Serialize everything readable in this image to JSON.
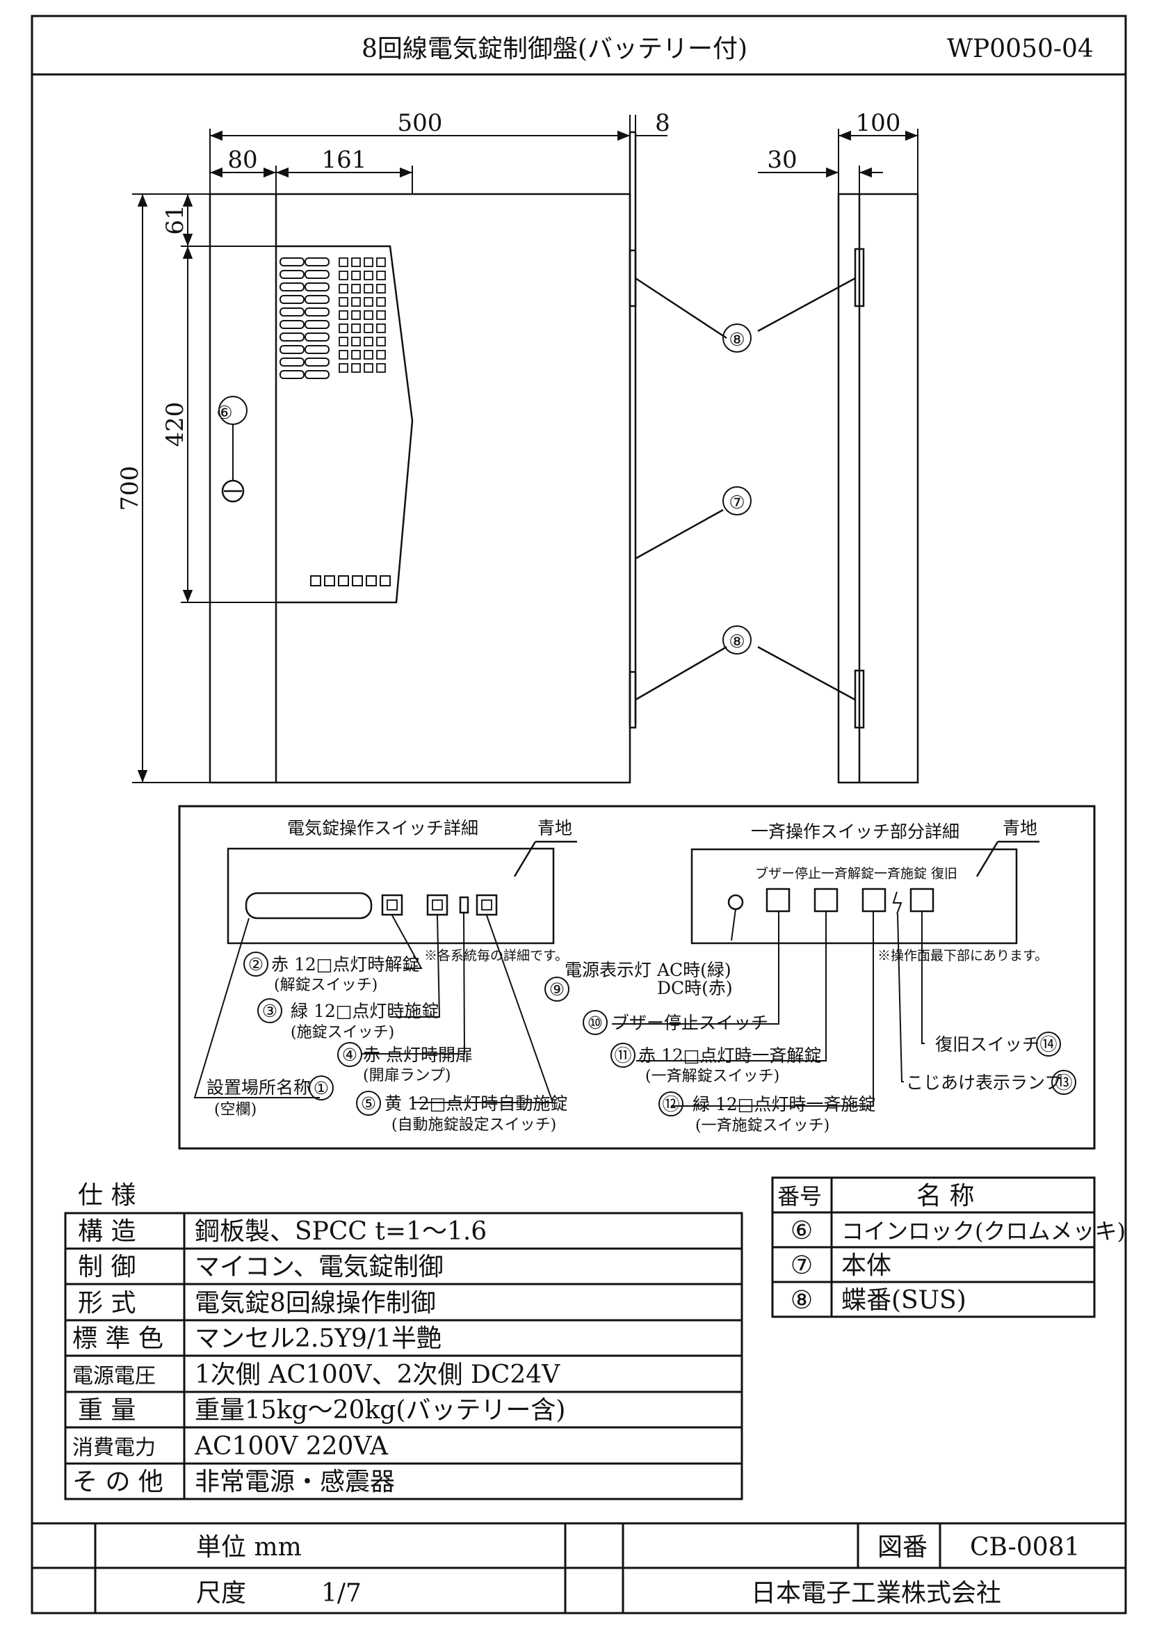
{
  "header": {
    "title": "8回線電気錠制御盤(バッテリー付)",
    "code": "WP0050-04"
  },
  "dimensions": {
    "d500": "500",
    "d8": "8",
    "d100": "100",
    "d80": "80",
    "d161": "161",
    "d30": "30",
    "d61": "61",
    "d420": "420",
    "d700": "700"
  },
  "callouts": {
    "c6": "⑥",
    "c7": "⑦",
    "c8a": "⑧",
    "c8b": "⑧"
  },
  "switch_detail": {
    "title": "電気錠操作スイッチ詳細",
    "bg_label": "青地",
    "note": "※各系統毎の詳細です。",
    "items": {
      "i2_num": "②",
      "i2_line1": "赤 12□点灯時解錠",
      "i2_line2": "(解錠スイッチ)",
      "i3_num": "③",
      "i3_line1": "緑 12□点灯時施錠",
      "i3_line2": "(施錠スイッチ)",
      "i4_num": "④",
      "i4_line1": "赤 点灯時開扉",
      "i4_line2": "(開扉ランプ)",
      "i5_num": "⑤",
      "i5_line1": "黄 12□点灯時自動施錠",
      "i5_line2": "(自動施錠設定スイッチ)",
      "i1_num": "①",
      "i1_line1": "設置場所名称",
      "i1_line2": "(空欄)"
    }
  },
  "group_detail": {
    "title": "一斉操作スイッチ部分詳細",
    "bg_label": "青地",
    "button_labels": "ブザー停止一斉解錠一斉施錠 復旧",
    "note": "※操作面最下部にあります。",
    "items": {
      "i9_num": "⑨",
      "i9_line1": "電源表示灯 AC時(緑)",
      "i9_line2": "DC時(赤)",
      "i10_num": "⑩",
      "i10_line1": "ブザー停止スイッチ",
      "i11_num": "⑪",
      "i11_line1": "赤 12□点灯時一斉解錠",
      "i11_line2": "(一斉解錠スイッチ)",
      "i12_num": "⑫",
      "i12_line1": "緑 12□点灯時一斉施錠",
      "i12_line2": "(一斉施錠スイッチ)",
      "i14_num": "⑭",
      "i14_line1": "復旧スイッチ",
      "i13_num": "⑬",
      "i13_line1": "こじあけ表示ランプ"
    }
  },
  "spec": {
    "title": "仕 様",
    "rows": [
      {
        "label": "構 造",
        "value": "鋼板製、SPCC t=1〜1.6"
      },
      {
        "label": "制 御",
        "value": "マイコン、電気錠制御"
      },
      {
        "label": "形 式",
        "value": "電気錠8回線操作制御"
      },
      {
        "label": "標 準 色",
        "value": "マンセル2.5Y9/1半艶"
      },
      {
        "label": "電源電圧",
        "value": "1次側 AC100V、2次側 DC24V"
      },
      {
        "label": "重 量",
        "value": "重量15kg〜20kg(バッテリー含)"
      },
      {
        "label": "消費電力",
        "value": "AC100V 220VA"
      },
      {
        "label": "そ の 他",
        "value": "非常電源・感震器"
      }
    ]
  },
  "parts": {
    "header_no": "番号",
    "header_name": "名 称",
    "rows": [
      {
        "no": "⑥",
        "name": "コインロック(クロムメッキ)"
      },
      {
        "no": "⑦",
        "name": "本体"
      },
      {
        "no": "⑧",
        "name": "蝶番(SUS)"
      }
    ]
  },
  "title_block": {
    "unit": "単位 mm",
    "scale_label": "尺度",
    "scale_value": "1/7",
    "drawing_no_label": "図番",
    "drawing_no": "CB-0081",
    "company": "日本電子工業株式会社"
  }
}
